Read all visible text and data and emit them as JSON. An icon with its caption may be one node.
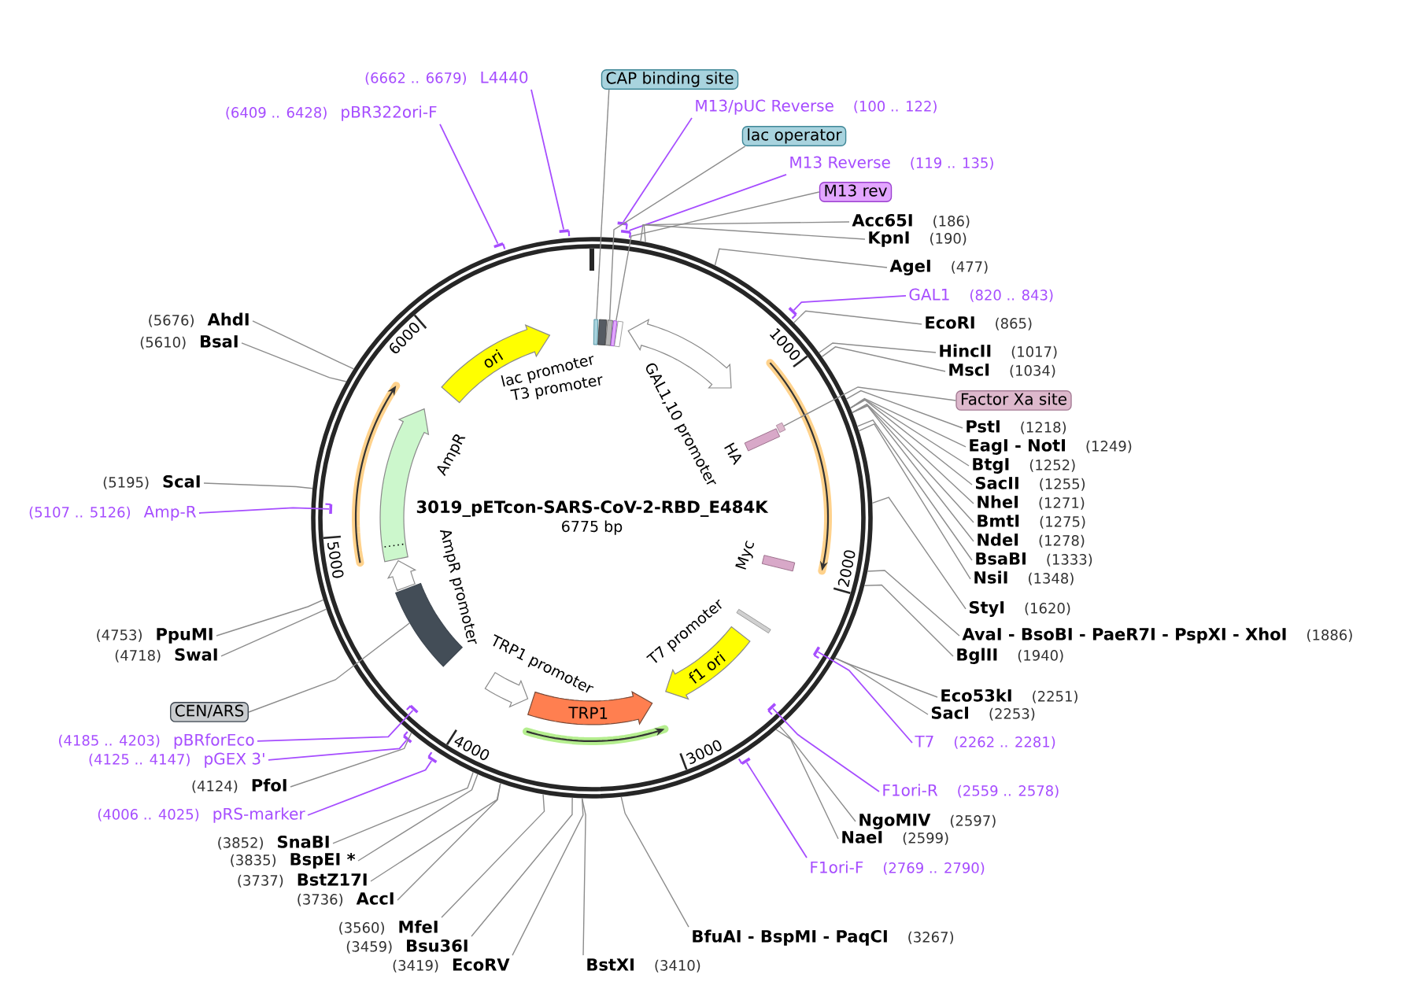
{
  "diagram": {
    "nodes": [
      {
        "text": [
          "3019_pETcon-SARS-CoV-2-RBD_E484K",
          "6775 bp"
        ]
      },
      {
        "text": [],
        "shape": "bar",
        "in": 0
      },
      {
        "text": [],
        "shape": "bar",
        "in": 0
      },
      {
        "text": [],
        "shape": "bar",
        "in": 0
      },
      {
        "text": [],
        "shape": "bar",
        "in": 0
      },
      {
        "text": [],
        "shape": "bar",
        "in": 0
      },
      {
        "text": [],
        "shape": "arrow",
        "in": 0,
        "beside": [
          "GAL1,10 promoter"
        ]
      },
      {
        "text": [],
        "shape": "bar",
        "in": 0
      },
      {
        "text": [],
        "shape": "bar",
        "in": 0,
        "beside": [
          "HA"
        ]
      },
      {
        "text": [],
        "shape": "bar",
        "in": 0,
        "beside": [
          "Myc"
        ]
      },
      {
        "text": [],
        "shape": "bar",
        "in": 0
      },
      {
        "text": [
          "f1 ori"
        ],
        "in": 0
      },
      {
        "text": [
          "TRP1"
        ],
        "in": 0
      },
      {
        "text": [],
        "shape": "arrow",
        "in": 0,
        "beside": [
          "TRP1 promoter"
        ]
      },
      {
        "text": [],
        "shape": "bar",
        "in": 0
      },
      {
        "text": [],
        "shape": "arrow",
        "in": 0
      },
      {
        "text": [],
        "shape": "arrow",
        "in": 0,
        "beside": [
          "AmpR"
        ]
      },
      {
        "text": [
          "ori"
        ],
        "in": 0
      },
      {
        "text": [
          "CAP binding site"
        ]
      },
      {
        "text": [
          "M13/pUC Reverse",
          "(100 .. 122)"
        ]
      },
      {
        "text": [
          "lac operator"
        ]
      },
      {
        "text": [
          "M13 Reverse",
          "(119 .. 135)"
        ]
      },
      {
        "text": [
          "M13 rev"
        ]
      },
      {
        "text": [
          "Acc65I",
          "(186)"
        ]
      },
      {
        "text": [
          "KpnI",
          "(190)"
        ]
      },
      {
        "text": [
          "AgeI",
          "(477)"
        ]
      },
      {
        "text": [
          "GAL1",
          "(820 .. 843)"
        ]
      },
      {
        "text": [
          "EcoRI",
          "(865)"
        ]
      },
      {
        "text": [
          "HincII",
          "(1017)"
        ]
      },
      {
        "text": [
          "MscI",
          "(1034)"
        ]
      },
      {
        "text": [
          "Factor Xa site"
        ]
      },
      {
        "text": [
          "PstI",
          "(1218)"
        ]
      },
      {
        "text": [
          "EagI - NotI",
          "(1249)"
        ]
      },
      {
        "text": [
          "BtgI",
          "(1252)"
        ]
      },
      {
        "text": [
          "SacII",
          "(1255)"
        ]
      },
      {
        "text": [
          "NheI",
          "(1271)"
        ]
      },
      {
        "text": [
          "BmtI",
          "(1275)"
        ]
      },
      {
        "text": [
          "NdeI",
          "(1278)"
        ]
      },
      {
        "text": [
          "BsaBI",
          "(1333)"
        ]
      },
      {
        "text": [
          "NsiI",
          "(1348)"
        ]
      },
      {
        "text": [
          "StyI",
          "(1620)"
        ]
      },
      {
        "text": [
          "AvaI - BsoBI - PaeR7I - PspXI - XhoI",
          "(1886)"
        ]
      },
      {
        "text": [
          "BglII",
          "(1940)"
        ]
      },
      {
        "text": [
          "Eco53kI",
          "(2251)"
        ]
      },
      {
        "text": [
          "SacI",
          "(2253)"
        ]
      },
      {
        "text": [
          "T7",
          "(2262 .. 2281)"
        ]
      },
      {
        "text": [
          "F1ori-R",
          "(2559 .. 2578)"
        ]
      },
      {
        "text": [
          "NgoMIV",
          "(2597)"
        ]
      },
      {
        "text": [
          "NaeI",
          "(2599)"
        ]
      },
      {
        "text": [
          "F1ori-F",
          "(2769 .. 2790)"
        ]
      },
      {
        "text": [
          "BfuAI - BspMI - PaqCI",
          "(3267)"
        ]
      },
      {
        "text": [
          "BstXI",
          "(3410)"
        ]
      },
      {
        "text": [
          "(3419)",
          "EcoRV"
        ]
      },
      {
        "text": [
          "(3459)",
          "Bsu36I"
        ]
      },
      {
        "text": [
          "(3560)",
          "MfeI"
        ]
      },
      {
        "text": [
          "(3736)",
          "AccI"
        ]
      },
      {
        "text": [
          "(3737)",
          "BstZ17I"
        ]
      },
      {
        "text": [
          "(3835)",
          "BspEI *"
        ]
      },
      {
        "text": [
          "(3852)",
          "SnaBI"
        ]
      },
      {
        "text": [
          "(4006 .. 4025)",
          "pRS-marker"
        ]
      },
      {
        "text": [
          "(4124)",
          "PfoI"
        ]
      },
      {
        "text": [
          "(4125 .. 4147)",
          "pGEX 3'"
        ]
      },
      {
        "text": [
          "(4185 .. 4203)",
          "pBRforEco"
        ]
      },
      {
        "text": [
          "CEN/ARS"
        ]
      },
      {
        "text": [
          "(4718)",
          "SwaI"
        ]
      },
      {
        "text": [
          "(4753)",
          "PpuMI"
        ]
      },
      {
        "text": [
          "(5107 .. 5126)",
          "Amp-R"
        ]
      },
      {
        "text": [
          "(5195)",
          "ScaI"
        ]
      },
      {
        "text": [
          "(5610)",
          "BsaI"
        ]
      },
      {
        "text": [
          "(5676)",
          "AhdI"
        ]
      },
      {
        "text": [
          "(6409 .. 6428)",
          "pBR322ori-F"
        ]
      },
      {
        "text": [
          "(6662 .. 6679)",
          "L4440"
        ]
      },
      {
        "text": [],
        "shape": "bar"
      },
      {
        "text": [],
        "shape": "bar"
      },
      {
        "text": [],
        "shape": "bar"
      },
      {
        "text": [],
        "shape": "bar",
        "in": 0
      },
      {
        "text": [],
        "shape": "bar",
        "in": 0
      },
      {
        "text": [],
        "shape": "bar"
      },
      {
        "text": [],
        "shape": "bar"
      },
      {
        "text": [],
        "shape": "bar"
      },
      {
        "text": [],
        "shape": "bar",
        "in": 0
      },
      {
        "text": [],
        "shape": "bar",
        "in": 0
      },
      {
        "text": [],
        "shape": "bar"
      },
      {
        "text": [],
        "shape": "bar"
      }
    ],
    "edges": [
      {
        "from": 18,
        "to": 1,
        "arrow": "none"
      },
      {
        "from": 19,
        "to": 72,
        "arrow": "none",
        "color": "#a64dff"
      },
      {
        "from": 20,
        "to": 3,
        "arrow": "none"
      },
      {
        "from": 21,
        "to": 73,
        "arrow": "none",
        "color": "#a64dff"
      },
      {
        "from": 22,
        "to": 4,
        "arrow": "none"
      },
      {
        "from": 23,
        "to": 0,
        "arrow": "none"
      },
      {
        "from": 24,
        "to": 0,
        "arrow": "none"
      },
      {
        "from": 25,
        "to": 0,
        "arrow": "none"
      },
      {
        "from": 26,
        "to": 74,
        "arrow": "none",
        "color": "#a64dff"
      },
      {
        "from": 27,
        "to": 0,
        "arrow": "none"
      },
      {
        "from": 28,
        "to": 0,
        "arrow": "none"
      },
      {
        "from": 29,
        "to": 0,
        "arrow": "none"
      },
      {
        "from": 30,
        "to": 7,
        "arrow": "none"
      },
      {
        "from": 31,
        "to": 0,
        "arrow": "none"
      },
      {
        "from": 32,
        "to": 0,
        "arrow": "none"
      },
      {
        "from": 33,
        "to": 0,
        "arrow": "none"
      },
      {
        "from": 34,
        "to": 0,
        "arrow": "none"
      },
      {
        "from": 35,
        "to": 0,
        "arrow": "none"
      },
      {
        "from": 36,
        "to": 0,
        "arrow": "none"
      },
      {
        "from": 37,
        "to": 0,
        "arrow": "none"
      },
      {
        "from": 38,
        "to": 0,
        "arrow": "none"
      },
      {
        "from": 39,
        "to": 0,
        "arrow": "none"
      },
      {
        "from": 40,
        "to": 0,
        "arrow": "none"
      },
      {
        "from": 41,
        "to": 0,
        "arrow": "none"
      },
      {
        "from": 42,
        "to": 0,
        "arrow": "none"
      },
      {
        "from": 43,
        "to": 0,
        "arrow": "none"
      },
      {
        "from": 44,
        "to": 0,
        "arrow": "none"
      },
      {
        "from": 45,
        "to": 75,
        "arrow": "none",
        "color": "#a64dff"
      },
      {
        "from": 46,
        "to": 76,
        "arrow": "none",
        "color": "#a64dff"
      },
      {
        "from": 47,
        "to": 0,
        "arrow": "none"
      },
      {
        "from": 48,
        "to": 0,
        "arrow": "none"
      },
      {
        "from": 49,
        "to": 77,
        "arrow": "none",
        "color": "#a64dff"
      },
      {
        "from": 50,
        "to": 0,
        "arrow": "none"
      },
      {
        "from": 51,
        "to": 0,
        "arrow": "none"
      },
      {
        "from": 52,
        "to": 0,
        "arrow": "none"
      },
      {
        "from": 53,
        "to": 0,
        "arrow": "none"
      },
      {
        "from": 54,
        "to": 0,
        "arrow": "none"
      },
      {
        "from": 55,
        "to": 0,
        "arrow": "none"
      },
      {
        "from": 56,
        "to": 0,
        "arrow": "none"
      },
      {
        "from": 57,
        "to": 0,
        "arrow": "none"
      },
      {
        "from": 58,
        "to": 0,
        "arrow": "none"
      },
      {
        "from": 59,
        "to": 78,
        "arrow": "none",
        "color": "#a64dff"
      },
      {
        "from": 60,
        "to": 0,
        "arrow": "none"
      },
      {
        "from": 61,
        "to": 79,
        "arrow": "none",
        "color": "#a64dff"
      },
      {
        "from": 62,
        "to": 80,
        "arrow": "none",
        "color": "#a64dff"
      },
      {
        "from": 63,
        "to": 14,
        "arrow": "none"
      },
      {
        "from": 64,
        "to": 0,
        "arrow": "none"
      },
      {
        "from": 65,
        "to": 0,
        "arrow": "none"
      },
      {
        "from": 66,
        "to": 81,
        "arrow": "none",
        "color": "#a64dff"
      },
      {
        "from": 67,
        "to": 0,
        "arrow": "none"
      },
      {
        "from": 68,
        "to": 0,
        "arrow": "none"
      },
      {
        "from": 69,
        "to": 0,
        "arrow": "none"
      },
      {
        "from": 70,
        "to": 82,
        "arrow": "none",
        "color": "#a64dff"
      },
      {
        "from": 71,
        "to": 83,
        "arrow": "none",
        "color": "#a64dff"
      }
    ],
    "labels": [
      "1000",
      "2000",
      "3000",
      "4000",
      "5000",
      "6000",
      "lac promoter",
      "T3 promoter",
      "T7 promoter",
      "AmpR promoter"
    ]
  }
}
